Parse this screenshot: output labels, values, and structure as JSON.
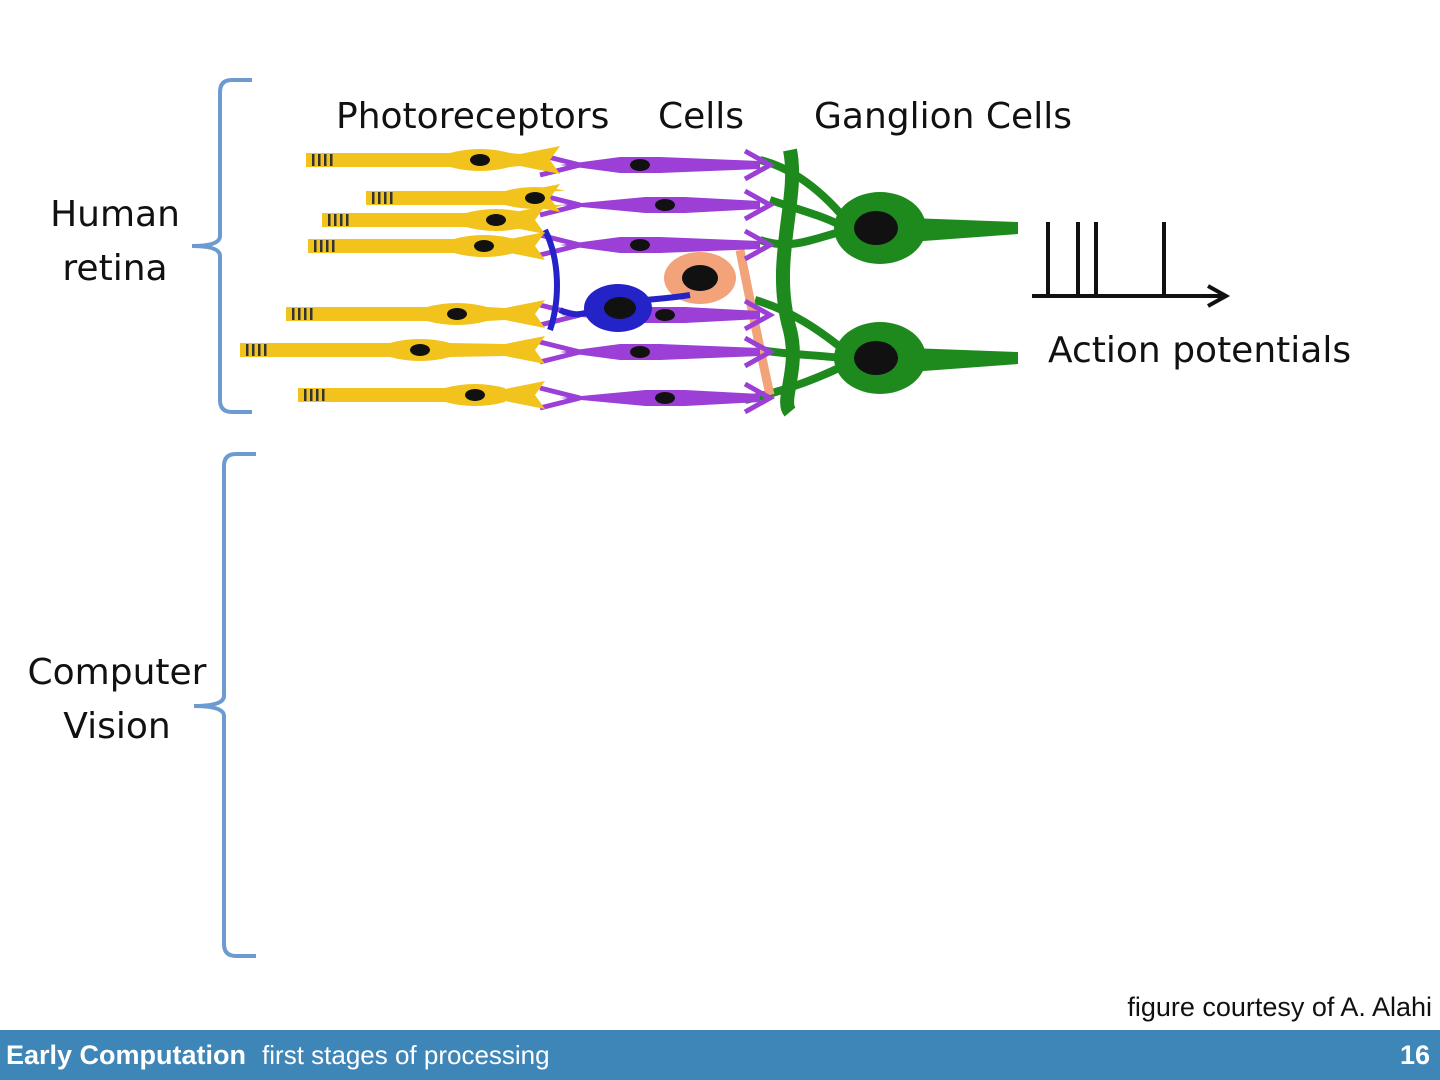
{
  "diagram": {
    "groups": [
      {
        "line1": "Human",
        "line2": "retina"
      },
      {
        "line1": "Computer",
        "line2": "Vision"
      }
    ],
    "headers": {
      "photoreceptors": "Photoreceptors",
      "cells": "Cells",
      "ganglion": "Ganglion Cells"
    },
    "action_potentials": "Action potentials",
    "colors": {
      "bracket": "#6b9bd1",
      "photoreceptor": "#f2c31c",
      "bipolar": "#9b3fd6",
      "horizontal": "#2323c8",
      "amacrine": "#f3a37a",
      "ganglion": "#1e8a1e",
      "nucleus": "#111111"
    }
  },
  "credit": "figure courtesy of A. Alahi",
  "footer": {
    "title": "Early Computation",
    "subtitle": "first stages of processing",
    "page": "16"
  }
}
